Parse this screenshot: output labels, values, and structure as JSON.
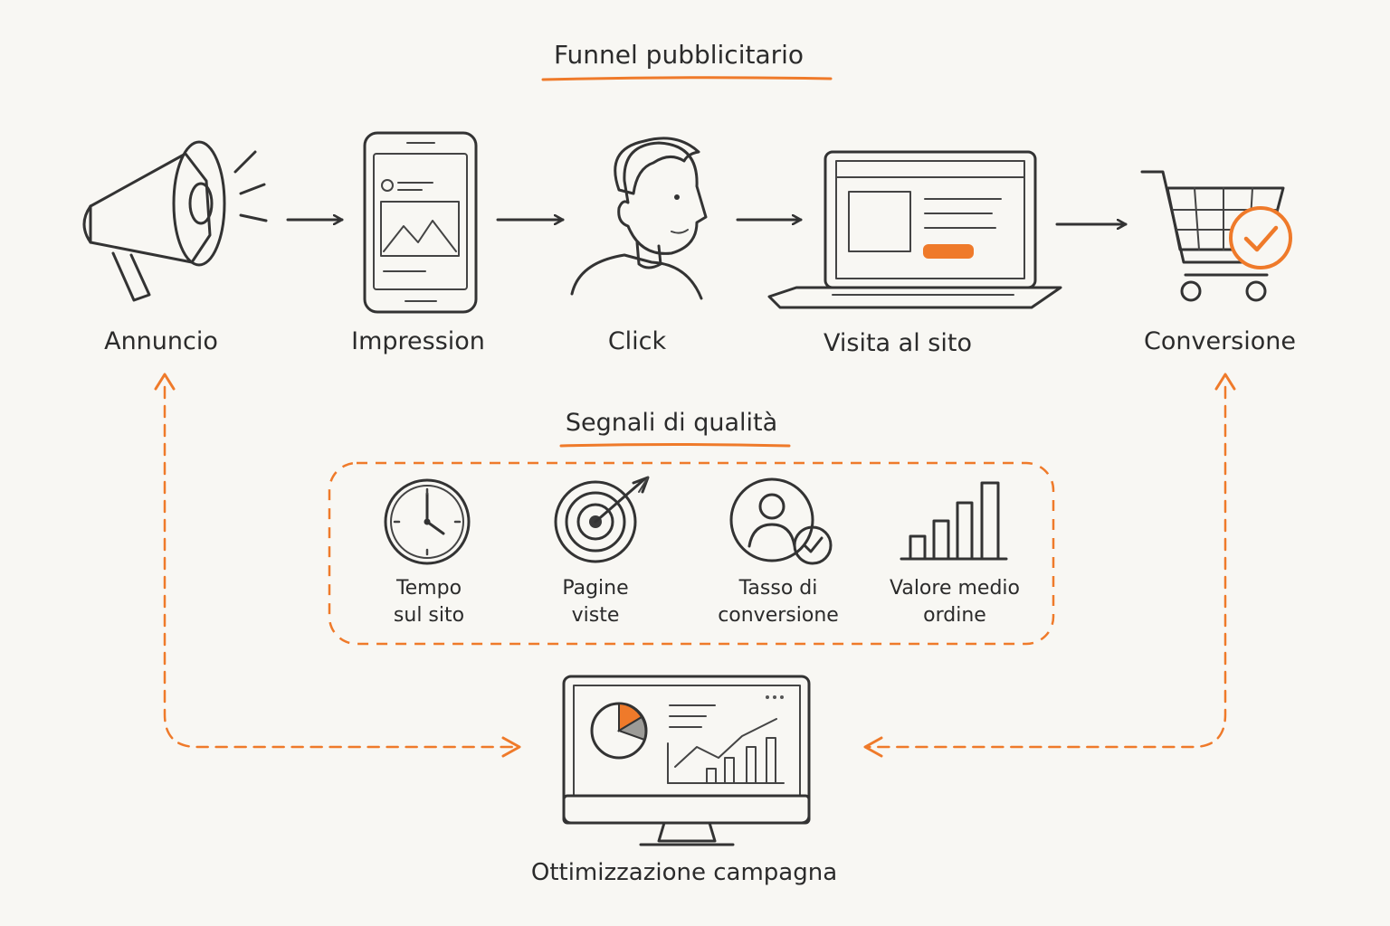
{
  "diagram": {
    "title": "Funnel pubblicitario",
    "funnel_steps": [
      {
        "label": "Annuncio",
        "icon": "megaphone-icon"
      },
      {
        "label": "Impression",
        "icon": "smartphone-icon"
      },
      {
        "label": "Click",
        "icon": "person-icon"
      },
      {
        "label": "Visita al sito",
        "icon": "laptop-icon"
      },
      {
        "label": "Conversione",
        "icon": "shopping-cart-check-icon"
      }
    ],
    "signals": {
      "title": "Segnali di qualità",
      "items": [
        {
          "line1": "Tempo",
          "line2": "sul sito",
          "icon": "clock-icon"
        },
        {
          "line1": "Pagine",
          "line2": "viste",
          "icon": "target-icon"
        },
        {
          "line1": "Tasso di",
          "line2": "conversione",
          "icon": "user-check-icon"
        },
        {
          "line1": "Valore medio",
          "line2": "ordine",
          "icon": "bar-chart-icon"
        }
      ]
    },
    "optimization": {
      "label": "Ottimizzazione campagna",
      "icon": "monitor-dashboard-icon"
    },
    "colors": {
      "accent": "#ef7a2a",
      "ink": "#333333",
      "background": "#f8f7f3"
    }
  }
}
